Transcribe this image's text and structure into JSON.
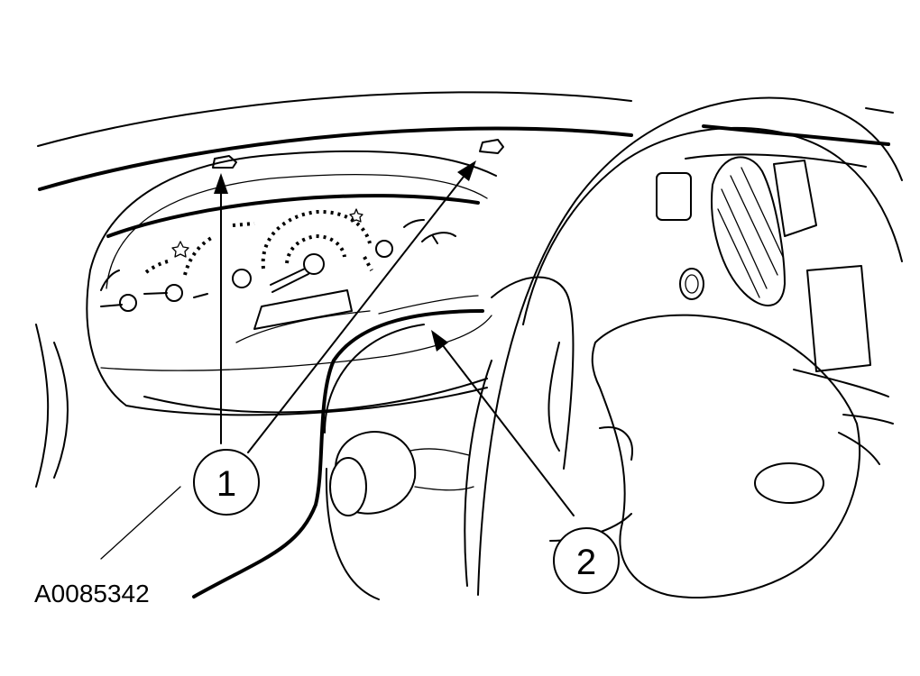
{
  "callouts": [
    {
      "label": "1"
    },
    {
      "label": "2"
    }
  ],
  "figure_id": "A0085342"
}
